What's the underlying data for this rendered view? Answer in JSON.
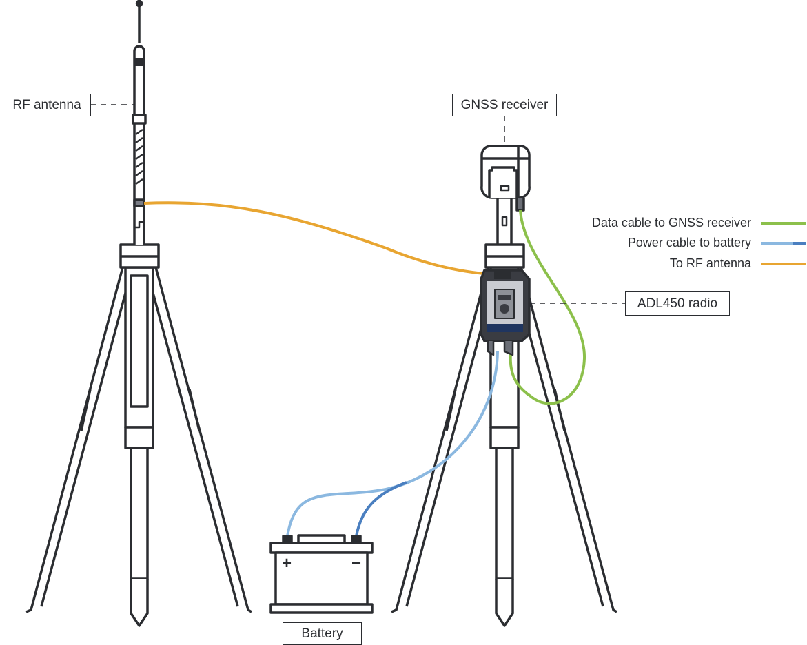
{
  "labels": {
    "rf_antenna": "RF antenna",
    "gnss_receiver": "GNSS receiver",
    "radio": "ADL450 radio",
    "battery": "Battery"
  },
  "legend": [
    {
      "label": "Data cable to GNSS receiver",
      "color": "#8cc04b"
    },
    {
      "label": "Power cable to battery",
      "color": "#8bb8e0",
      "color2": "#4a7fc0"
    },
    {
      "label": "To RF antenna",
      "color": "#e8a531"
    }
  ],
  "battery_terminals": {
    "positive": "+",
    "negative": "−"
  },
  "colors": {
    "stroke": "#2b2d31",
    "radio_body": "#3a3c42",
    "radio_face": "#c9cbd1",
    "radio_band": "#1f3560"
  }
}
